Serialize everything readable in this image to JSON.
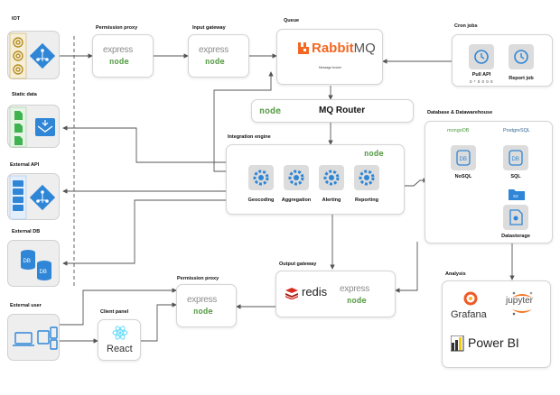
{
  "labels": {
    "iot": "IOT",
    "permission_proxy_top": "Permission proxy",
    "input_gateway": "Input gateway",
    "queue": "Queue",
    "cron_jobs": "Cron jobs",
    "static_data": "Static data",
    "integration_engine": "Integration engine",
    "database_dw": "Database & Datawarehouse",
    "external_api": "External API",
    "external_db": "External DB",
    "output_gateway": "Output  gateway",
    "permission_proxy_bottom": "Permission proxy",
    "analysis": "Analysis",
    "external_user": "External user",
    "client_panel": "Client panel"
  },
  "brands": {
    "express": "express",
    "node": "node",
    "rabbitmq": "RabbitMQ",
    "rabbit_prefix": "Rabbit",
    "rabbit_suffix": "MQ",
    "message_broker": "Message broker",
    "mq_router": "MQ Router",
    "redis": "redis",
    "react": "React",
    "grafana": "Grafana",
    "jupyter": "jupyter",
    "powerbi": "Power BI",
    "mongodb": "mongoDB",
    "postgresql": "PostgreSQL",
    "db": "DB"
  },
  "cron": {
    "pull_api": "Pull API",
    "pull_api_sub": "0 * 0 0 0 0",
    "report_job": "Report job"
  },
  "engine_tasks": [
    {
      "label": "Geocoding"
    },
    {
      "label": "Aggregation"
    },
    {
      "label": "Alerting"
    },
    {
      "label": "Reporting"
    }
  ],
  "databases": {
    "nosql": "NoSQL",
    "sql": "SQL",
    "datastorage": "Datastorage"
  },
  "colors": {
    "accent_blue": "#2f86d6",
    "rabbit_orange": "#f26722",
    "node_green": "#5fa04e",
    "redis_red": "#d82c20",
    "react_blue": "#61dafb",
    "jupyter_orange": "#f37726",
    "grafana_orange": "#f05a28",
    "powerbi_yellow": "#f2c811"
  }
}
